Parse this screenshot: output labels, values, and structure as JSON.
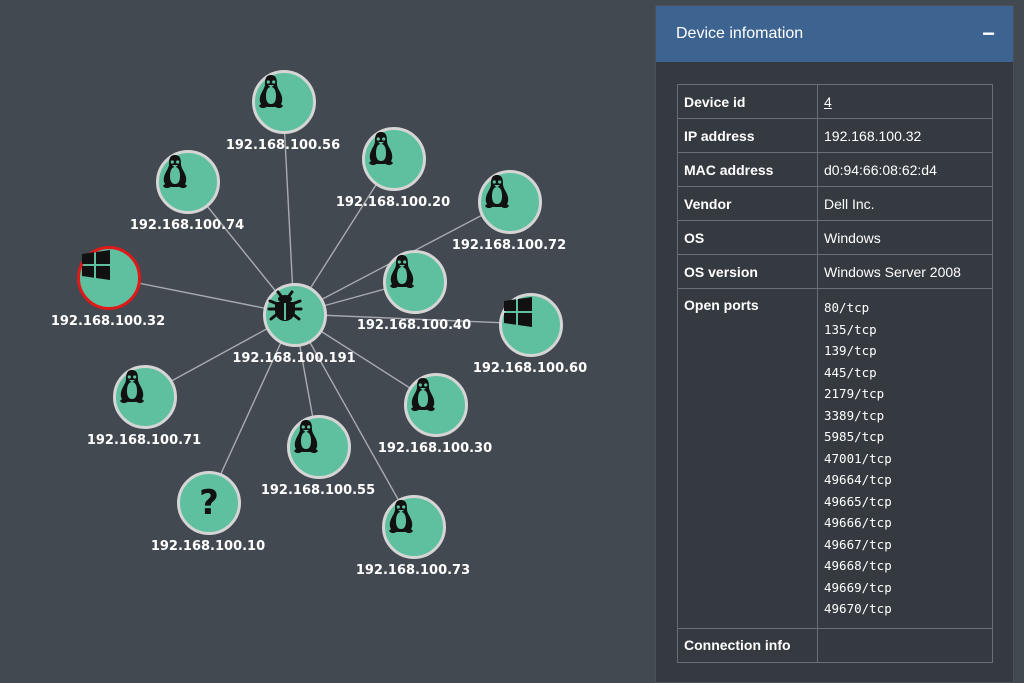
{
  "colors": {
    "background": "#434951",
    "node_fill": "#5fc0a0",
    "node_border": "#d5d5d5",
    "selected_border": "#e01818",
    "panel_header": "#3d6491",
    "edge": "#a8abb0"
  },
  "hub": {
    "label": "192.168.100.191",
    "icon": "bug-icon"
  },
  "nodes": [
    {
      "id": "n56",
      "label": "192.168.100.56",
      "icon": "linux-icon"
    },
    {
      "id": "n20",
      "label": "192.168.100.20",
      "icon": "linux-icon"
    },
    {
      "id": "n74",
      "label": "192.168.100.74",
      "icon": "linux-icon"
    },
    {
      "id": "n72",
      "label": "192.168.100.72",
      "icon": "linux-icon"
    },
    {
      "id": "n32",
      "label": "192.168.100.32",
      "icon": "windows-icon",
      "selected": true
    },
    {
      "id": "n40",
      "label": "192.168.100.40",
      "icon": "linux-icon"
    },
    {
      "id": "n60",
      "label": "192.168.100.60",
      "icon": "windows-icon"
    },
    {
      "id": "n71",
      "label": "192.168.100.71",
      "icon": "linux-icon"
    },
    {
      "id": "n30",
      "label": "192.168.100.30",
      "icon": "linux-icon"
    },
    {
      "id": "n55",
      "label": "192.168.100.55",
      "icon": "linux-icon"
    },
    {
      "id": "n10",
      "label": "192.168.100.10",
      "icon": "unknown-icon",
      "glyph": "?"
    },
    {
      "id": "n73",
      "label": "192.168.100.73",
      "icon": "linux-icon"
    }
  ],
  "panel": {
    "title": "Device infomation",
    "collapse_glyph": "−",
    "rows": {
      "device_id": {
        "key": "Device id",
        "value": "4"
      },
      "ip": {
        "key": "IP address",
        "value": "192.168.100.32"
      },
      "mac": {
        "key": "MAC address",
        "value": "d0:94:66:08:62:d4"
      },
      "vendor": {
        "key": "Vendor",
        "value": "Dell Inc."
      },
      "os": {
        "key": "OS",
        "value": "Windows"
      },
      "os_version": {
        "key": "OS version",
        "value": "Windows Server 2008"
      },
      "open_ports": {
        "key": "Open ports"
      },
      "connection": {
        "key": "Connection info",
        "value": ""
      }
    },
    "ports": [
      "80/tcp",
      "135/tcp",
      "139/tcp",
      "445/tcp",
      "2179/tcp",
      "3389/tcp",
      "5985/tcp",
      "47001/tcp",
      "49664/tcp",
      "49665/tcp",
      "49666/tcp",
      "49667/tcp",
      "49668/tcp",
      "49669/tcp",
      "49670/tcp"
    ]
  }
}
